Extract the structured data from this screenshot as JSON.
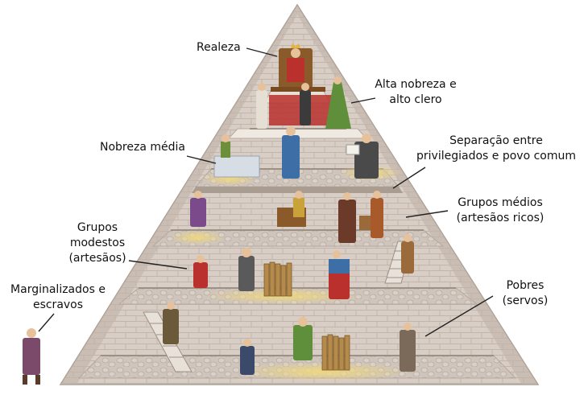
{
  "labels": {
    "realeza": "Realeza",
    "alta_nobreza": [
      "Alta nobreza e",
      "alto clero"
    ],
    "nobreza_media": "Nobreza média",
    "separacao": [
      "Separação entre",
      "privilegiados e povo comum"
    ],
    "grupos_medios": [
      "Grupos médios",
      "(artesãos ricos)"
    ],
    "grupos_modestos": [
      "Grupos",
      "modestos",
      "(artesãos)"
    ],
    "marginalizados": [
      "Marginalizados e",
      "escravos"
    ],
    "pobres": [
      "Pobres",
      "(servos)"
    ]
  },
  "colors": {
    "pyramid_stone": "#d9cfc6",
    "pyramid_shadow": "#b8aca2",
    "tier_floor": "#ede6de",
    "ground_glow": "#e8cf73",
    "royal_red": "#b9302c",
    "clergy_green": "#5f8f3a"
  }
}
